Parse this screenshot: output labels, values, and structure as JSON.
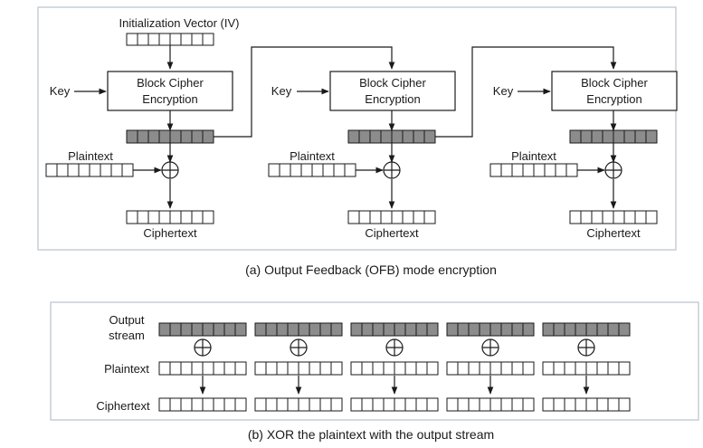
{
  "panel_a": {
    "iv_label": "Initialization Vector (IV)",
    "stages": [
      {
        "key_label": "Key",
        "cipher_line1": "Block Cipher",
        "cipher_line2": "Encryption",
        "plaintext_label": "Plaintext",
        "ciphertext_label": "Ciphertext"
      },
      {
        "key_label": "Key",
        "cipher_line1": "Block Cipher",
        "cipher_line2": "Encryption",
        "plaintext_label": "Plaintext",
        "ciphertext_label": "Ciphertext"
      },
      {
        "key_label": "Key",
        "cipher_line1": "Block Cipher",
        "cipher_line2": "Encryption",
        "plaintext_label": "Plaintext",
        "ciphertext_label": "Ciphertext"
      }
    ],
    "caption": "(a) Output Feedback (OFB) mode encryption"
  },
  "panel_b": {
    "output_label_line1": "Output",
    "output_label_line2": "stream",
    "plaintext_label": "Plaintext",
    "ciphertext_label": "Ciphertext",
    "block_count": 5,
    "caption": "(b) XOR the plaintext with the output stream"
  },
  "colors": {
    "frame": "#b9c2cc",
    "line": "#1a1a1a",
    "shaded_cell": "#8c8c8c",
    "empty_cell": "#ffffff"
  }
}
